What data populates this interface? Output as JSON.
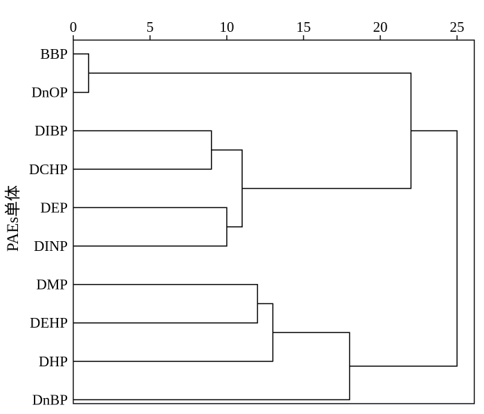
{
  "chart_data": {
    "type": "dendrogram",
    "orientation": "horizontal",
    "ylabel": "PAEs单体",
    "xlim": [
      0,
      26
    ],
    "x_ticks": [
      0,
      5,
      10,
      15,
      20,
      25
    ],
    "x_tick_labels": [
      "0",
      "5",
      "10",
      "15",
      "20",
      "25"
    ],
    "x_axis_position": "top",
    "leaves": [
      "BBP",
      "DnOP",
      "DIBP",
      "DCHP",
      "DEP",
      "DINP",
      "DMP",
      "DEHP",
      "DHP",
      "DnBP"
    ],
    "merges": [
      {
        "id": "c1",
        "left": "BBP",
        "right": "DnOP",
        "distance": 1
      },
      {
        "id": "c2",
        "left": "DIBP",
        "right": "DCHP",
        "distance": 9
      },
      {
        "id": "c3",
        "left": "DEP",
        "right": "DINP",
        "distance": 10
      },
      {
        "id": "c4",
        "left": "c2",
        "right": "c3",
        "distance": 11
      },
      {
        "id": "c5",
        "left": "DMP",
        "right": "DEHP",
        "distance": 12
      },
      {
        "id": "c6",
        "left": "c5",
        "right": "DHP",
        "distance": 13
      },
      {
        "id": "c7",
        "left": "c6",
        "right": "DnBP",
        "distance": 18
      },
      {
        "id": "c8",
        "left": "c1",
        "right": "c4",
        "distance": 22
      },
      {
        "id": "c9",
        "left": "c8",
        "right": "c7",
        "distance": 25
      }
    ],
    "grid": false,
    "line_color": "#000000"
  }
}
